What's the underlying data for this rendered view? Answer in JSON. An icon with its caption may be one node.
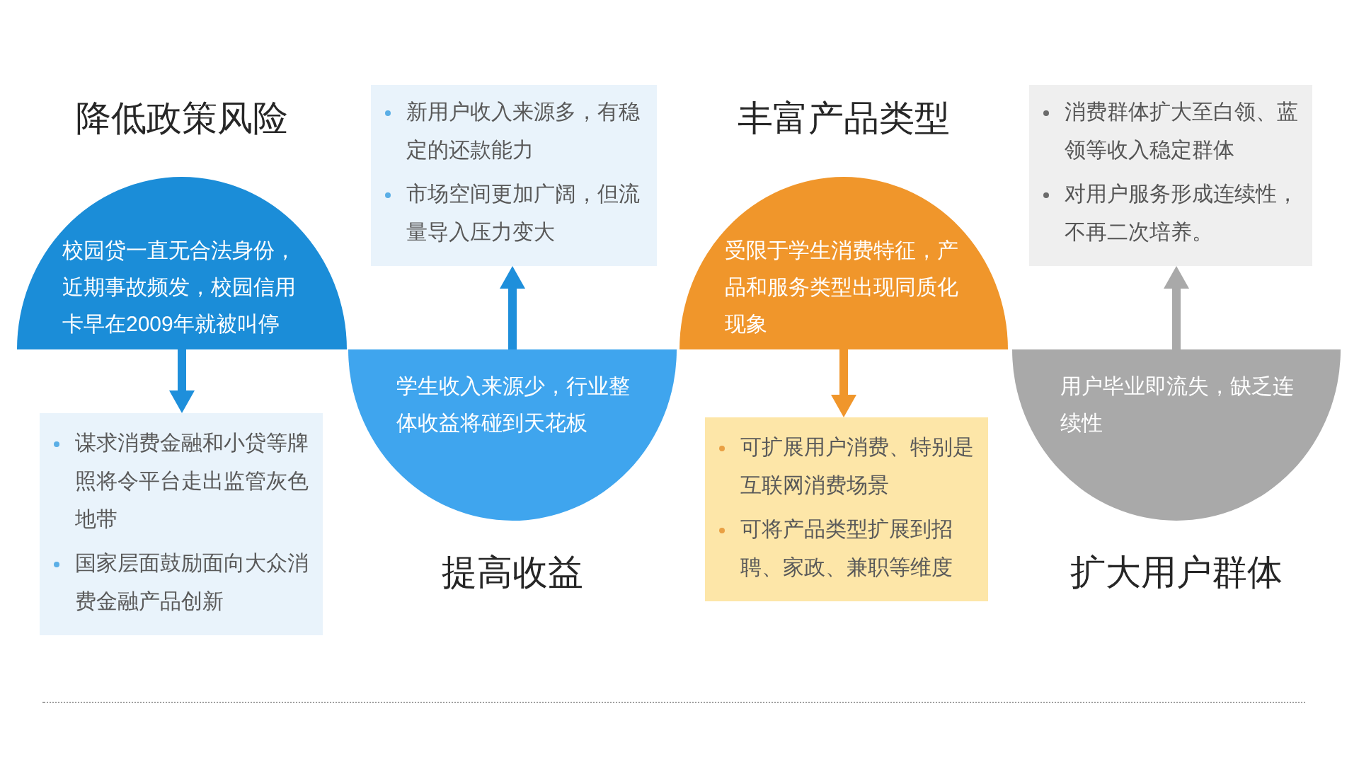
{
  "diagram": {
    "nodes": [
      {
        "text": [
          "降低政策风险",
          "校园贷一直无合法身份，近期事故频发，校园信用卡早在2009年就被叫停"
        ]
      },
      {
        "text": [
          "谋求消费金融和小贷等牌照将令平台走出监管灰色地带",
          "国家层面鼓励面向大众消费金融产品创新"
        ]
      },
      {
        "text": [
          "新用户收入来源多，有稳定的还款能力",
          "市场空间更加广阔，但流量导入压力变大"
        ]
      },
      {
        "text": [
          "学生收入来源少，行业整体收益将碰到天花板",
          "提高收益"
        ]
      },
      {
        "text": [
          "丰富产品类型",
          "受限于学生消费特征，产品和服务类型出现同质化现象"
        ]
      },
      {
        "text": [
          "可扩展用户消费、特别是互联网消费场景",
          "可将产品类型扩展到招聘、家政、兼职等维度"
        ]
      },
      {
        "text": [
          "消费群体扩大至白领、蓝领等收入稳定群体",
          "对用户服务形成连续性，不再二次培养。"
        ]
      },
      {
        "text": [
          "用户毕业即流失，缺乏连续性",
          "扩大用户群体"
        ]
      }
    ],
    "edges": [
      {
        "from": 0,
        "to": 1,
        "arrow": "to"
      },
      {
        "from": 3,
        "to": 2,
        "arrow": "to"
      },
      {
        "from": 4,
        "to": 5,
        "arrow": "to",
        "color": "#f0962b"
      },
      {
        "from": 7,
        "to": 6,
        "arrow": "to",
        "color": "#a9a9a9"
      }
    ]
  }
}
